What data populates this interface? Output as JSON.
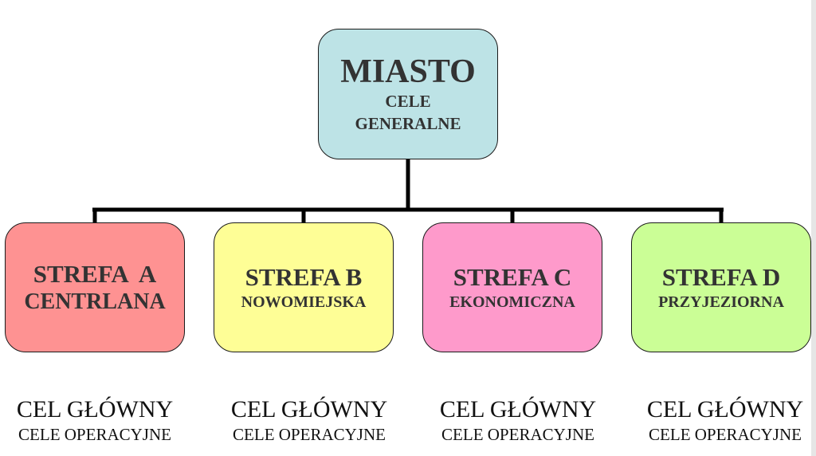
{
  "root": {
    "title": "MIASTO",
    "subtitle_line1": "CELE",
    "subtitle_line2": "GENERALNE",
    "color": "#bde3e6"
  },
  "zones": [
    {
      "title": "STREFA  A",
      "name": "CENTRLANA",
      "color": "#fe9292",
      "caption_main": "CEL GŁÓWNY",
      "caption_sub": "CELE OPERACYJNE"
    },
    {
      "title": "STREFA B",
      "name": "NOWOMIEJSKA",
      "color": "#fefe96",
      "caption_main": "CEL GŁÓWNY",
      "caption_sub": "CELE OPERACYJNE"
    },
    {
      "title": "STREFA C",
      "name": "EKONOMICZNA",
      "color": "#fe9acb",
      "caption_main": "CEL GŁÓWNY",
      "caption_sub": "CELE OPERACYJNE"
    },
    {
      "title": "STREFA D",
      "name": "PRZYJEZIORNA",
      "color": "#cbfe96",
      "caption_main": "CEL GŁÓWNY",
      "caption_sub": "CELE OPERACYJNE"
    }
  ]
}
